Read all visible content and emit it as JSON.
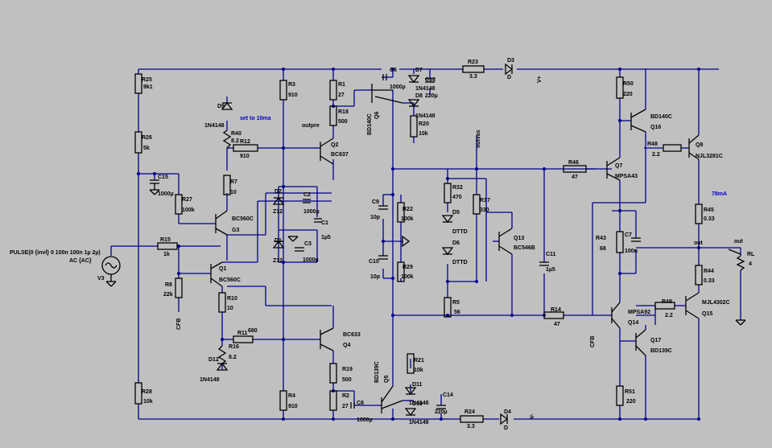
{
  "source": {
    "spec": "PULSE(0 {invl} 0 100n 100n 1µ 2µ)",
    "type": "AC {AC}",
    "name": "V3"
  },
  "resistors": [
    {
      "id": "r25",
      "ref": "R25",
      "val": "9k1"
    },
    {
      "id": "r26",
      "ref": "R26",
      "val": "5k"
    },
    {
      "id": "r27",
      "ref": "R27",
      "val": "100k"
    },
    {
      "id": "r15",
      "ref": "R15",
      "val": "1k"
    },
    {
      "id": "r8",
      "ref": "R8",
      "val": "22k"
    },
    {
      "id": "r28",
      "ref": "R28",
      "val": "10k"
    },
    {
      "id": "r40",
      "ref": "R40",
      "val": "8.2"
    },
    {
      "id": "r12",
      "ref": "R12",
      "val": "910"
    },
    {
      "id": "r7",
      "ref": "R7",
      "val": "10"
    },
    {
      "id": "r10",
      "ref": "R10",
      "val": "10"
    },
    {
      "id": "r11",
      "ref": "R11",
      "val": "680"
    },
    {
      "id": "r16",
      "ref": "R16",
      "val": "8.2"
    },
    {
      "id": "r3",
      "ref": "R3",
      "val": "910"
    },
    {
      "id": "r4",
      "ref": "R4",
      "val": "910"
    },
    {
      "id": "r1",
      "ref": "R1",
      "val": "27"
    },
    {
      "id": "r18",
      "ref": "R18",
      "val": "500"
    },
    {
      "id": "r19",
      "ref": "R19",
      "val": "500"
    },
    {
      "id": "r2",
      "ref": "R2",
      "val": "27"
    },
    {
      "id": "r23",
      "ref": "R23",
      "val": "3.3"
    },
    {
      "id": "r20",
      "ref": "R20",
      "val": "10k"
    },
    {
      "id": "r21",
      "ref": "R21",
      "val": "10k"
    },
    {
      "id": "r24",
      "ref": "R24",
      "val": "3.3"
    },
    {
      "id": "r22",
      "ref": "R22",
      "val": "100k"
    },
    {
      "id": "r29",
      "ref": "R29",
      "val": "100k"
    },
    {
      "id": "r32",
      "ref": "R32",
      "val": "470"
    },
    {
      "id": "r17",
      "ref": "R17",
      "val": "330"
    },
    {
      "id": "r5",
      "ref": "R5",
      "val": "56"
    },
    {
      "id": "r46",
      "ref": "R46",
      "val": "47"
    },
    {
      "id": "r14",
      "ref": "R14",
      "val": "47"
    },
    {
      "id": "r50",
      "ref": "R50",
      "val": "220"
    },
    {
      "id": "r48",
      "ref": "R48",
      "val": "2.2"
    },
    {
      "id": "r43",
      "ref": "R43",
      "val": "68"
    },
    {
      "id": "r45",
      "ref": "R45",
      "val": "0.33"
    },
    {
      "id": "r44",
      "ref": "R44",
      "val": "0.33"
    },
    {
      "id": "r49",
      "ref": "R49",
      "val": "2.2"
    },
    {
      "id": "r51",
      "ref": "R51",
      "val": "220"
    },
    {
      "id": "rl",
      "ref": "RL",
      "val": "4"
    }
  ],
  "capacitors": [
    {
      "id": "c15",
      "ref": "C15",
      "val": "1000µ"
    },
    {
      "id": "c2",
      "ref": "C2",
      "val": "1000µ"
    },
    {
      "id": "c1",
      "ref": "C1",
      "val": "1µ5"
    },
    {
      "id": "c3",
      "ref": "C3",
      "val": "1000µ"
    },
    {
      "id": "c6",
      "ref": "C6",
      "val": "1000µ"
    },
    {
      "id": "c13",
      "ref": "C13",
      "val": "220µ"
    },
    {
      "id": "c8",
      "ref": "C8",
      "val": "1000µ"
    },
    {
      "id": "c14",
      "ref": "C14",
      "val": "220µ"
    },
    {
      "id": "c9",
      "ref": "C9",
      "val": "10p"
    },
    {
      "id": "c10",
      "ref": "C10",
      "val": "10p"
    },
    {
      "id": "c11",
      "ref": "C11",
      "val": "1µ5"
    },
    {
      "id": "c7",
      "ref": "C7",
      "val": "100n"
    }
  ],
  "diodes": [
    {
      "id": "d9",
      "ref": "D9",
      "val": "1N4148"
    },
    {
      "id": "d12",
      "ref": "D12",
      "val": "1N4148"
    },
    {
      "id": "d2",
      "ref": "D2",
      "val": "Z12"
    },
    {
      "id": "d1",
      "ref": "D1",
      "val": "Z12"
    },
    {
      "id": "d7",
      "ref": "D7",
      "val": "1N4148"
    },
    {
      "id": "d8",
      "ref": "D8",
      "val": "1N4148"
    },
    {
      "id": "d10",
      "ref": "D10",
      "val": "1N4148"
    },
    {
      "id": "d11",
      "ref": "D11",
      "val": "1N4148"
    },
    {
      "id": "d3",
      "ref": "D3",
      "val": "D"
    },
    {
      "id": "d4",
      "ref": "D4",
      "val": "D"
    },
    {
      "id": "d5",
      "ref": "D5",
      "val": "DTTD"
    },
    {
      "id": "d6",
      "ref": "D6",
      "val": "DTTD"
    }
  ],
  "transistors": [
    {
      "id": "q3",
      "ref": "G3",
      "val": "BC560C"
    },
    {
      "id": "q1",
      "ref": "Q1",
      "val": "BC560C"
    },
    {
      "id": "q2",
      "ref": "Q2",
      "val": "BC637"
    },
    {
      "id": "q4",
      "ref": "Q4",
      "val": "BC633"
    },
    {
      "id": "q6",
      "ref": "Q6",
      "val": "BD140C"
    },
    {
      "id": "q5",
      "ref": "Q5",
      "val": "BD139C"
    },
    {
      "id": "q13",
      "ref": "Q13",
      "val": "BC546B"
    },
    {
      "id": "q7",
      "ref": "Q7",
      "val": "MPSA43"
    },
    {
      "id": "q16",
      "ref": "Q16",
      "val": "BD140C"
    },
    {
      "id": "q8",
      "ref": "Q8",
      "val": "NJL3281C"
    },
    {
      "id": "q14",
      "ref": "Q14",
      "val": "MPSA92"
    },
    {
      "id": "q17",
      "ref": "Q17",
      "val": "BD139C"
    },
    {
      "id": "q15",
      "ref": "Q15",
      "val": "MJL4302C"
    }
  ],
  "notes": {
    "set": "set to 10ma",
    "current": "78mA"
  },
  "nets": {
    "outpre": "outpre",
    "outvas": "outvas",
    "out1": "out",
    "out2": "out",
    "vplus": "V+",
    "vminus": "V-",
    "cfb1": "CFB",
    "cfb2": "CFB"
  },
  "colors": {
    "background": "#c0c0c0",
    "wire": "#00008b",
    "component": "#000000",
    "note": "#0000cc"
  }
}
